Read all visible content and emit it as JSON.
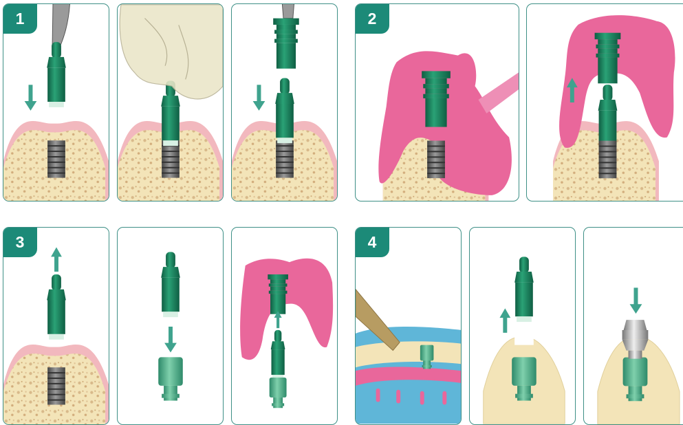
{
  "colors": {
    "frame": "#3d8f86",
    "badge": "#1c8a78",
    "component_green": "#1e8a62",
    "impression_pink": "#e9679b",
    "bone": "#f3e4b8",
    "gum": "#f2b8be",
    "implant_gray": "#707070",
    "arrow_teal": "#3fa38e",
    "glove": "#eae5c8",
    "tray_blue": "#5fb6d8"
  },
  "steps": [
    {
      "number": "1"
    },
    {
      "number": "2"
    },
    {
      "number": "3"
    },
    {
      "number": "4"
    }
  ],
  "panels": [
    {
      "id": "1a",
      "icons": [
        "tweezers-icon",
        "down-arrow-icon",
        "impression-post",
        "implant",
        "bone"
      ]
    },
    {
      "id": "1b",
      "icons": [
        "gloved-hand",
        "impression-post",
        "implant",
        "bone"
      ]
    },
    {
      "id": "1c",
      "icons": [
        "tweezers-icon",
        "impression-cap",
        "down-arrow-icon",
        "impression-post",
        "implant",
        "bone"
      ]
    },
    {
      "id": "2a",
      "icons": [
        "impression-material",
        "syringe",
        "impression-cap",
        "implant",
        "bone"
      ]
    },
    {
      "id": "2b",
      "icons": [
        "impression-material",
        "impression-cap",
        "up-arrow-icon",
        "impression-post",
        "implant",
        "bone"
      ]
    },
    {
      "id": "3a",
      "icons": [
        "up-arrow-icon",
        "impression-post",
        "implant",
        "bone"
      ]
    },
    {
      "id": "3b",
      "icons": [
        "impression-post",
        "down-arrow-icon",
        "implant-analog"
      ]
    },
    {
      "id": "3c",
      "icons": [
        "impression-material",
        "impression-cap",
        "up-arrow-icon",
        "impression-post",
        "implant-analog"
      ]
    },
    {
      "id": "4a",
      "icons": [
        "dental-model",
        "gum-mask",
        "tool",
        "implant-analog"
      ]
    },
    {
      "id": "4b",
      "icons": [
        "impression-post",
        "up-arrow-icon",
        "implant-analog",
        "model"
      ]
    },
    {
      "id": "4c",
      "icons": [
        "down-arrow-icon",
        "abutment",
        "implant-analog",
        "model"
      ]
    }
  ]
}
